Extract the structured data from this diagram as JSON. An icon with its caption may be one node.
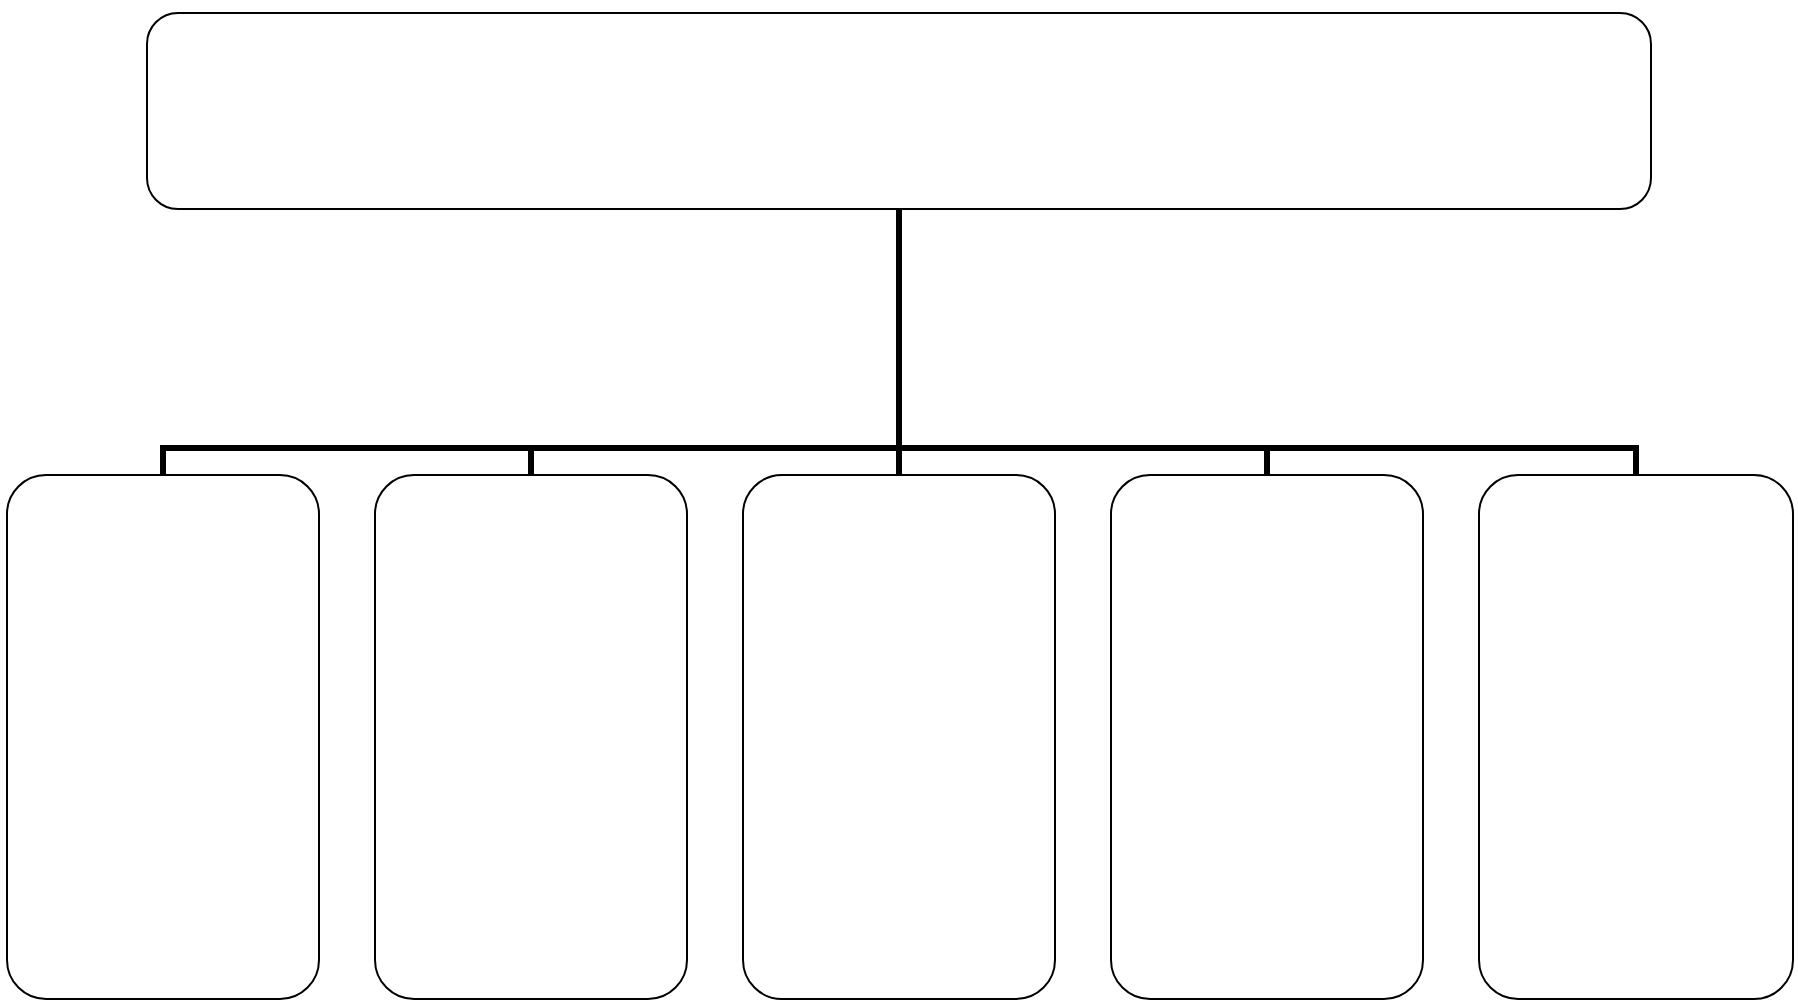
{
  "diagram": {
    "nodes": [
      {
        "text": [],
        "shape": "box"
      },
      {
        "text": [],
        "shape": "box"
      },
      {
        "text": [],
        "shape": "box"
      },
      {
        "text": [],
        "shape": "box"
      },
      {
        "text": [],
        "shape": "box"
      },
      {
        "text": [],
        "shape": "box"
      }
    ],
    "edges": [
      {
        "from": 0,
        "to": 1,
        "arrow": "none"
      },
      {
        "from": 0,
        "to": 2,
        "arrow": "none"
      },
      {
        "from": 0,
        "to": 3,
        "arrow": "none"
      },
      {
        "from": 0,
        "to": 4,
        "arrow": "none"
      },
      {
        "from": 0,
        "to": 5,
        "arrow": "none"
      }
    ]
  }
}
